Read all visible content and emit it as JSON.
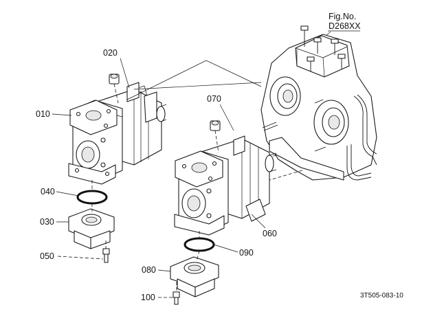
{
  "figure": {
    "fig_no_label": "Fig.No.",
    "fig_no_value": "D268XX",
    "footer_code": "3T505-083-10"
  },
  "callouts": {
    "p010": "010",
    "p020": "020",
    "p030": "030",
    "p040": "040",
    "p050": "050",
    "p060": "060",
    "p070": "070",
    "p080": "080",
    "p090": "090",
    "p100": "100"
  }
}
